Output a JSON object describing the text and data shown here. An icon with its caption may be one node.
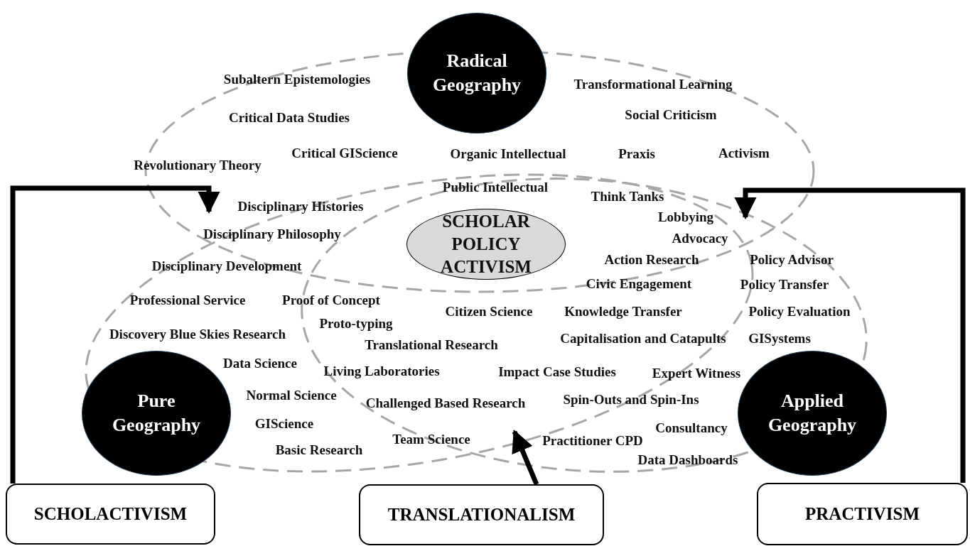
{
  "diagram": {
    "nodes": [
      {
        "text": [
          "Radical Geography"
        ]
      },
      {
        "text": [
          "SCHOLAR POLICY ACTIVISM"
        ]
      },
      {
        "text": [
          "Pure Geography"
        ]
      },
      {
        "text": [
          "Applied Geography"
        ]
      },
      {
        "text": [
          "SCHOLACTIVISM"
        ]
      },
      {
        "text": [
          "TRANSLATIONALISM"
        ]
      },
      {
        "text": [
          "PRACTIVISM"
        ]
      }
    ],
    "edges": [
      {
        "from": 4,
        "to": null,
        "arrow": "to"
      },
      {
        "from": 5,
        "to": null,
        "arrow": "to"
      },
      {
        "from": 6,
        "to": null,
        "arrow": "to"
      }
    ],
    "labels": [
      "Subaltern Epistemologies",
      "Transformational Learning",
      "Critical Data Studies",
      "Social Criticism",
      "Critical GIScience",
      "Organic Intellectual",
      "Praxis",
      "Activism",
      "Revolutionary Theory",
      "Public Intellectual",
      "Think Tanks",
      "Disciplinary Histories",
      "Lobbying",
      "Disciplinary Philosophy",
      "Advocacy",
      "Action Research",
      "Policy Advisor",
      "Disciplinary Development",
      "Civic Engagement",
      "Policy Transfer",
      "Professional Service",
      "Proof of Concept",
      "Citizen Science",
      "Knowledge Transfer",
      "Policy Evaluation",
      "Proto-typing",
      "Discovery Blue Skies Research",
      "Translational Research",
      "Capitalisation and Catapults",
      "GISystems",
      "Data Science",
      "Living Laboratories",
      "Impact Case Studies",
      "Expert Witness",
      "Normal Science",
      "Challenged Based Research",
      "Spin-Outs and Spin-Ins",
      "GIScience",
      "Consultancy",
      "Team Science",
      "Practitioner CPD",
      "Basic Research",
      "Data Dashboards"
    ]
  }
}
